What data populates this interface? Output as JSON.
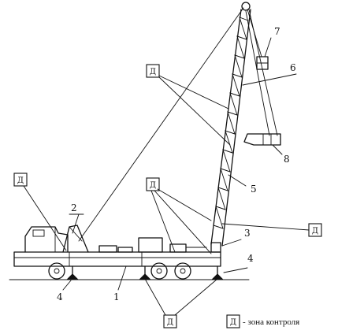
{
  "zone_marker": "Д",
  "legend": {
    "marker": "Д",
    "text": "- зона контроля"
  },
  "callouts": {
    "n1": "1",
    "n2": "2",
    "n3": "3",
    "n4_left": "4",
    "n4_right": "4",
    "n5": "5",
    "n6": "6",
    "n7": "7",
    "n8": "8"
  }
}
